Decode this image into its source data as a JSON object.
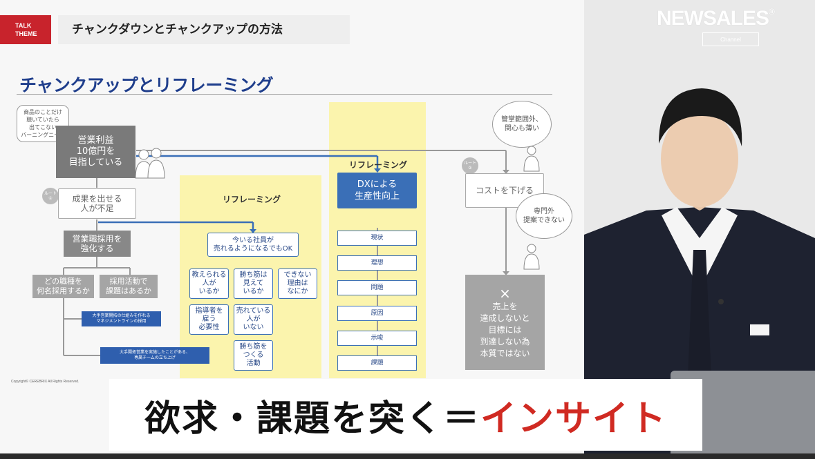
{
  "talk_theme": {
    "badge_line1": "TALK",
    "badge_line2": "THEME",
    "title": "チャンクダウンとチャンクアップの方法"
  },
  "brand": {
    "logo": "NEWSALES",
    "logo_mark": "®",
    "sub": "Channel"
  },
  "slide": {
    "section_title": "チャンクアップとリフレーミング",
    "copyright": "Copyright© CEREBRIX All Rights Reserved.",
    "left_flow": {
      "note_bubble": "商品のことだけ\n聴いていたら\n出てこない\nバーニングニーズ",
      "goal": "営業利益\n10億円を\n目指している",
      "route1_badge": "ルート\n①",
      "problem": "成果を出せる\n人が不足",
      "measure": "営業職採用を\n強化する",
      "sub_left": "どの職種を\n何名採用するか",
      "sub_right": "採用活動で\n課題はあるか",
      "blue_note1": "大手営業開拓の仕組みを作れる\nマネジメントラインの採用",
      "blue_note2": "大手開拓営業を実施したことがある、\n専属チームの立ち上げ"
    },
    "reframing_mid": {
      "title": "リフレーミング",
      "main": "今いる社員が\n売れるようになるでもOK",
      "cells": [
        "教えられる\n人が\nいるか",
        "勝ち筋は\n見えて\nいるか",
        "できない\n理由は\nなにか",
        "指導者を\n雇う\n必要性",
        "売れている\n人が\nいない",
        "勝ち筋を\nつくる\n活動"
      ]
    },
    "reframing_right": {
      "title": "リフレーミング",
      "main": "DXによる\n生産性向上",
      "steps": [
        "現状",
        "理想",
        "問題",
        "原因",
        "示唆",
        "課題"
      ]
    },
    "route2": {
      "badge": "ルート\n②",
      "thought_top": "管掌範囲外、\n関心も薄い",
      "box": "コストを下げる",
      "thought_mid": "専門外\n提案できない",
      "cross": "×",
      "result": "売上を\n達成しないと\n目標には\n到達しない為\n本質ではない"
    }
  },
  "caption": {
    "main": "欲求・課題を突く＝",
    "accent": "インサイト"
  }
}
